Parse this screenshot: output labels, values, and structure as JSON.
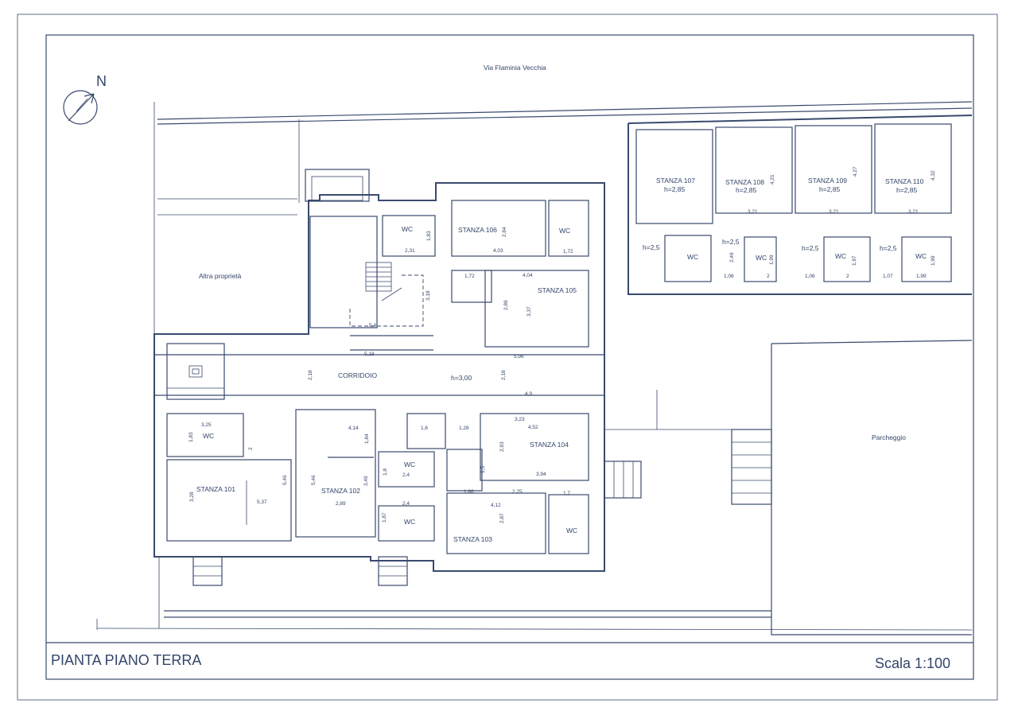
{
  "north_label": "N",
  "street": "Via Flaminia Vecchia",
  "neighbour": "Altra proprietà",
  "parking": "Parcheggio",
  "title": "PIANTA PIANO TERRA",
  "scale": "Scala 1:100",
  "corridor": {
    "name": "CORRIDOIO",
    "height": "h=3,00"
  },
  "rooms": {
    "r101": "STANZA 101",
    "r102": "STANZA 102",
    "r103": "STANZA 103",
    "r104": "STANZA 104",
    "r105": "STANZA 105",
    "r106": "STANZA 106",
    "r107": "STANZA 107",
    "r108": "STANZA 108",
    "r109": "STANZA 109",
    "r110": "STANZA 110"
  },
  "heights": {
    "h285": "h=2,85",
    "h25": "h=2,5"
  },
  "wc": "WC",
  "dims": {
    "d1": "1,83",
    "d2": "2,31",
    "d3": "2,84",
    "d4": "4,03",
    "d5": "1,72",
    "d6": "1,72",
    "d7": "4,04",
    "d8": "2,89",
    "d9": "3,37",
    "d10": "3,18",
    "d11": "5,4",
    "d12": "5,18",
    "d13": "5,96",
    "d14": "2,18",
    "d15": "2,18",
    "d16": "4,9",
    "d17": "3,25",
    "d18": "1,83",
    "d19": "2",
    "d20": "4,14",
    "d21": "1,84",
    "d22": "1,6",
    "d23": "1,28",
    "d24": "3,23",
    "d25": "4,52",
    "d26": "2,93",
    "d27": "1,8",
    "d28": "2,4",
    "d29": "1,5",
    "d30": "3,94",
    "d31": "5,46",
    "d32": "5,46",
    "d33": "3,28",
    "d34": "5,37",
    "d35": "3,49",
    "d36": "2,89",
    "d37": "2,4",
    "d38": "1,86",
    "d39": "2,25",
    "d40": "1,7",
    "d41": "4,12",
    "d42": "1,87",
    "d43": "2,87",
    "d44": "3,21",
    "d45": "3,21",
    "d46": "3,21",
    "d47": "4,21",
    "d48": "4,27",
    "d49": "4,32",
    "d50": "2,49",
    "d51": "1,99",
    "d52": "1,97",
    "d53": "1,99",
    "d54": "1,06",
    "d55": "2",
    "d56": "1,06",
    "d57": "2",
    "d58": "1,07",
    "d59": "1,99"
  }
}
